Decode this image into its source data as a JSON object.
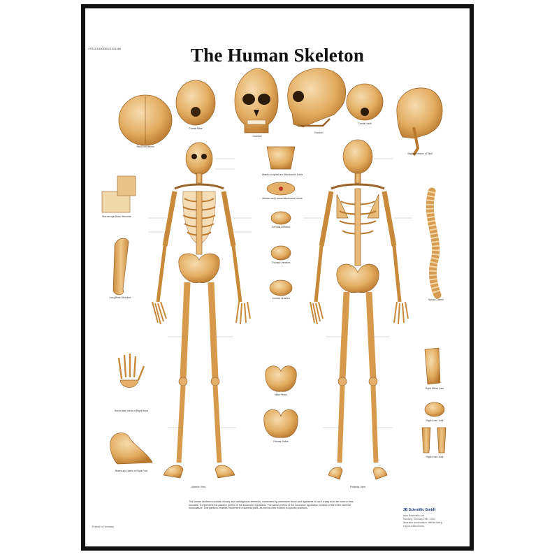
{
  "poster": {
    "code": "VR1113/4006651/1001468",
    "title": "The Human Skeleton",
    "captions": {
      "skull_top": "Skull from above",
      "cranial_base": "Cranial Base",
      "cranium": "Cranium",
      "cranium_lateral": "Cranium",
      "cranial_vault": "Cranial Vault",
      "sagittal_section": "Sagittal Section of Skull",
      "microscopic_bone": "Microscopic Bone Structure",
      "long_bone": "Long Bone Structure",
      "atlas_axis": "Atlanto-occipital and Atlantoaxial Joints",
      "median_lateral": "Median and Lateral Atlantoaxial Joints",
      "cervical": "Cervical Vertebra",
      "thoracic": "Thoracic Vertebra",
      "lumbar": "Lumbar Vertebra",
      "spinal_column": "Spinal Column",
      "anterior_view": "Anterior View",
      "posterior_view": "Posterior View",
      "male_pelvis": "Male Pelvis",
      "female_pelvis": "Female Pelvis",
      "bones_right_hand": "Bones and Joints of Right Hand",
      "bones_right_foot": "Bones and Joints of Right Foot",
      "right_elbow": "Right Elbow Joint",
      "right_knee": "Right Knee Joint",
      "right_knee2": "Right Knee Joint"
    },
    "description": "The human skeleton consists of bony and cartilaginous elements, connected by connective tissue and ligaments in such a way as to be more or less movable. It represents the passive portion of the locomotor apparatus. The active portion of the locomotor apparatus consists of the entire skeletal musculature. This partition enables movement of skeletal parts, as well as their fixation in specific positions.",
    "brand": "3B Scientific GmbH",
    "brand_lines": [
      "www.3bscientific.com",
      "Hamburg, Germany 1990 - 2003",
      "Illustrated nomenclature: Wilfried Henig",
      "Layout: Eddie Schulz"
    ],
    "printed": "Printed in Germany"
  },
  "colors": {
    "bone": "#e8b872",
    "bone_dark": "#b9782e",
    "bone_light": "#f6dcae",
    "frame": "#111111"
  }
}
